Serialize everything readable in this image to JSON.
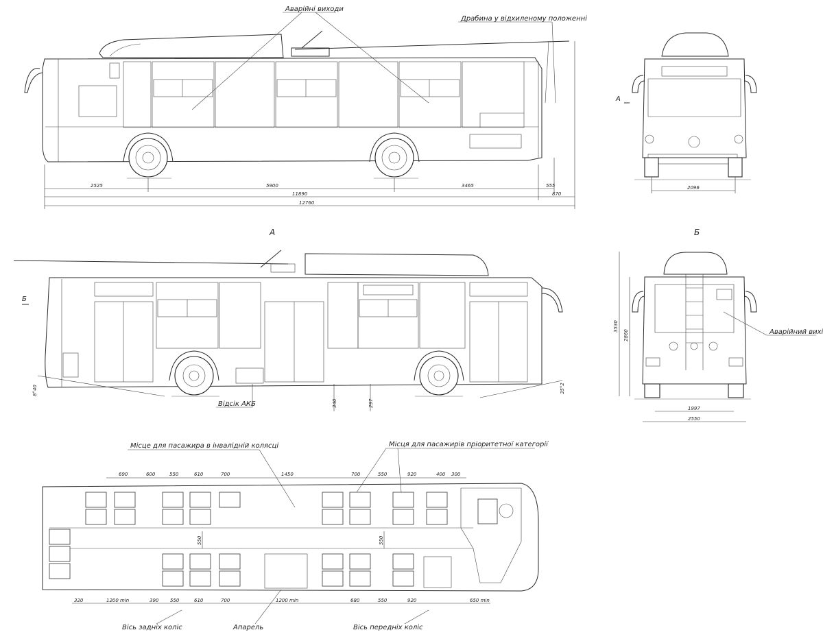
{
  "labels": {
    "emergency_exits": "Аварійні виходи",
    "ladder_tilted": "Драбина у відхиленому положенні",
    "view_a": "А",
    "view_b": "Б",
    "emergency_exit": "Аварійний вихід",
    "battery_bay": "Відсік АКБ",
    "wheelchair_place": "Місце для пасажира в інвалідній колясці",
    "priority_seats": "Місця для пасажирів пріоритетної категорії",
    "rear_axle": "Вісь задніх коліс",
    "ramp": "Апарель",
    "front_axle": "Вісь передніх коліс",
    "front_marker": "А",
    "rear_marker": "Б"
  },
  "side_dims": {
    "rear_overhang": "2525",
    "wheelbase": "5900",
    "front_overhang": "3465",
    "pole_front": "555",
    "body_length": "11890",
    "pole_ext": "870",
    "total_length": "12760"
  },
  "front_dims": {
    "track": "2096"
  },
  "rear_dims": {
    "height_total": "3530",
    "height_body": "2860",
    "track": "1997",
    "width": "2550"
  },
  "left_dims": {
    "rear_clearance": "8°40",
    "floor_a": "340",
    "floor_b": "297",
    "front_clearance": "35°2"
  },
  "plan_top_dims": [
    "690",
    "600",
    "550",
    "610",
    "700",
    "1450",
    "700",
    "550",
    "920",
    "400",
    "300"
  ],
  "plan_bottom_dims": [
    "320",
    "1200 min",
    "390",
    "550",
    "610",
    "700",
    "1200 min",
    "680",
    "550",
    "920",
    "650 min"
  ],
  "plan_aisle": [
    "550",
    "550"
  ]
}
